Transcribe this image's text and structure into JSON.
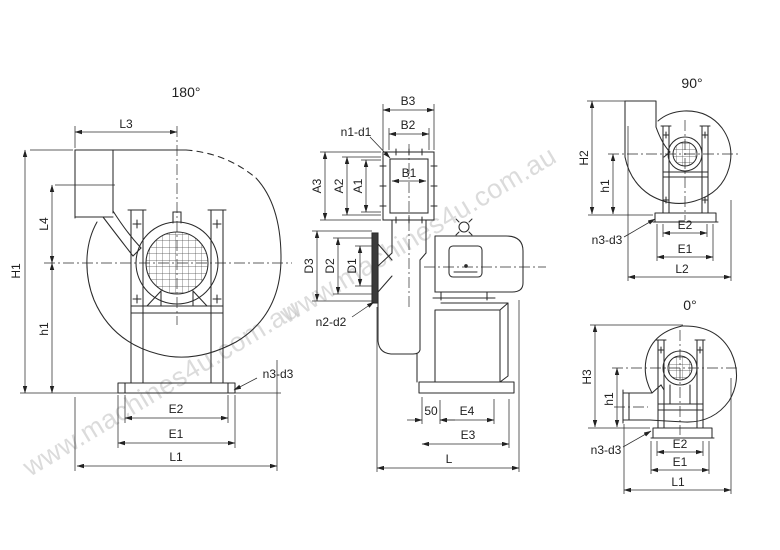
{
  "watermark": {
    "text": "www.machines4u.com.au"
  },
  "views": {
    "left": {
      "title": "180°",
      "dims": {
        "L3": "L3",
        "H1": "H1",
        "L4": "L4",
        "h1": "h1",
        "E2": "E2",
        "E1": "E1",
        "L1": "L1",
        "n3d3": "n3-d3"
      }
    },
    "center": {
      "dims": {
        "B3": "B3",
        "B2": "B2",
        "B1": "B1",
        "n1d1": "n1-d1",
        "A3": "A3",
        "A2": "A2",
        "A1": "A1",
        "D3": "D3",
        "D2": "D2",
        "D1": "D1",
        "n2d2": "n2-d2",
        "fifty": "50",
        "E4": "E4",
        "E3": "E3",
        "L": "L"
      }
    },
    "top_right": {
      "title": "90°",
      "dims": {
        "H2": "H2",
        "h1": "h1",
        "n3d3": "n3-d3",
        "E2": "E2",
        "E1": "E1",
        "L2": "L2"
      }
    },
    "bottom_right": {
      "title": "0°",
      "dims": {
        "H3": "H3",
        "h1": "h1",
        "n3d3": "n3-d3",
        "E2": "E2",
        "E1": "E1",
        "L1": "L1"
      }
    }
  }
}
